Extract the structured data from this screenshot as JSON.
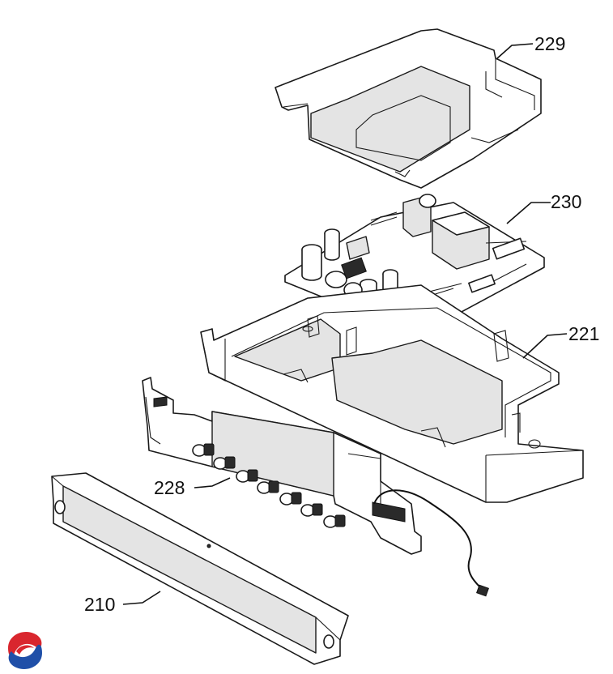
{
  "diagram": {
    "callouts": [
      {
        "id": "229",
        "label": "229"
      },
      {
        "id": "230",
        "label": "230"
      },
      {
        "id": "221",
        "label": "221"
      },
      {
        "id": "228",
        "label": "228"
      },
      {
        "id": "210",
        "label": "210"
      }
    ],
    "knob_count": 7
  },
  "logo": {
    "icon": "brand-swirl-logo",
    "colors": [
      "#d9262e",
      "#1f4fa8"
    ]
  }
}
